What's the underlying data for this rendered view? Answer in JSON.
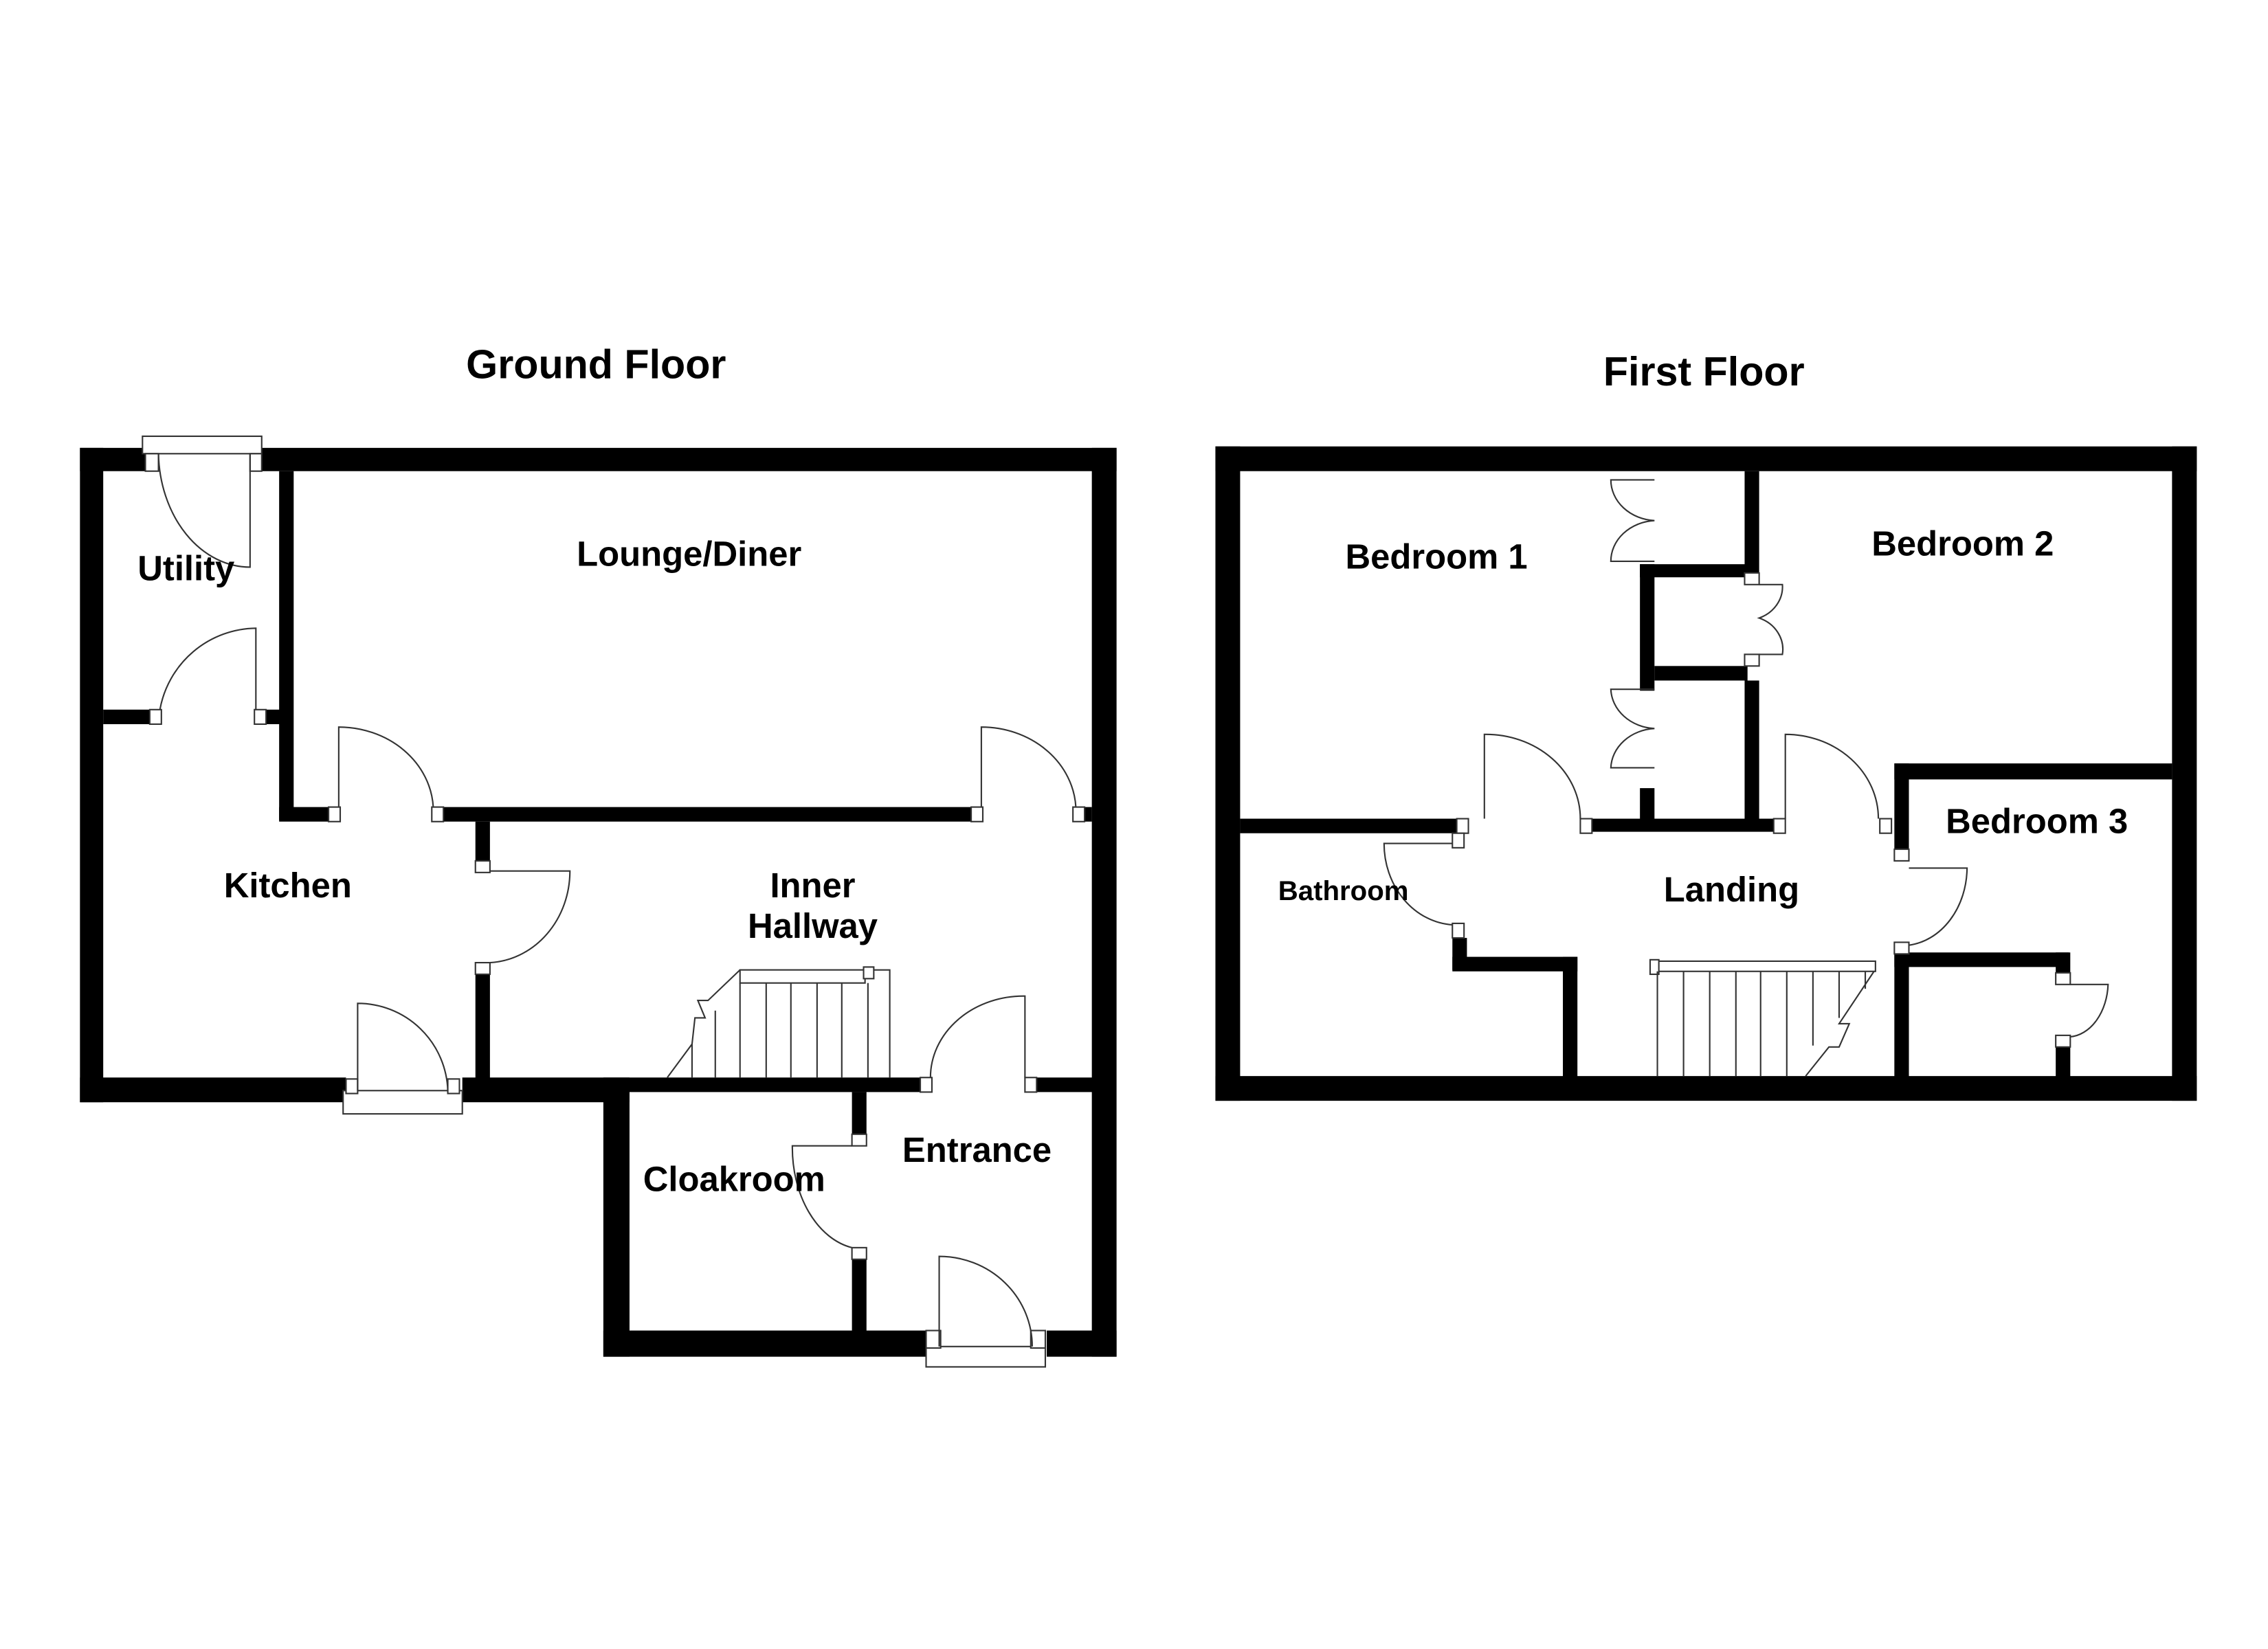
{
  "ground_floor": {
    "title": "Ground Floor",
    "rooms": {
      "utility": "Utility",
      "lounge_diner": "Lounge/Diner",
      "kitchen": "Kitchen",
      "inner_hallway_line1": "Inner",
      "inner_hallway_line2": "Hallway",
      "cloakroom": "Cloakroom",
      "entrance": "Entrance"
    }
  },
  "first_floor": {
    "title": "First Floor",
    "rooms": {
      "bedroom1": "Bedroom 1",
      "bedroom2": "Bedroom 2",
      "bedroom3": "Bedroom 3",
      "bathroom": "Bathroom",
      "landing": "Landing"
    }
  },
  "colors": {
    "wall": "#000000",
    "background": "#ffffff",
    "line": "#333333"
  }
}
